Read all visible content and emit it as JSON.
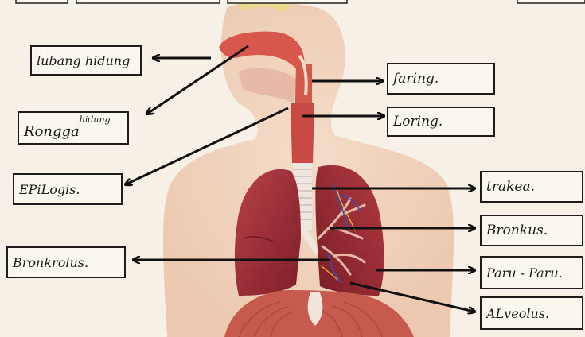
{
  "diagram": {
    "labels": {
      "lubang_hidung": "lubang hidung",
      "rongga_hidung": "Rongga",
      "rongga_hidung_sup": "hidung",
      "epiglotis": "EPiLogis.",
      "bronkiolus": "Bronkrolus.",
      "faring": "faring.",
      "laring": "Loring.",
      "trakea": "trakea.",
      "bronkus": "Bronkus.",
      "paru_paru": "Paru - Paru.",
      "alveolus": "ALveolus."
    }
  },
  "colors": {
    "background": "#f6f0e6",
    "lung_left": "#a8323c",
    "lung_right": "#9a2a32",
    "muscle": "#c65a4c",
    "trachea": "#efe6df",
    "label_border": "#1d1d1d",
    "arrow": "#111111"
  }
}
